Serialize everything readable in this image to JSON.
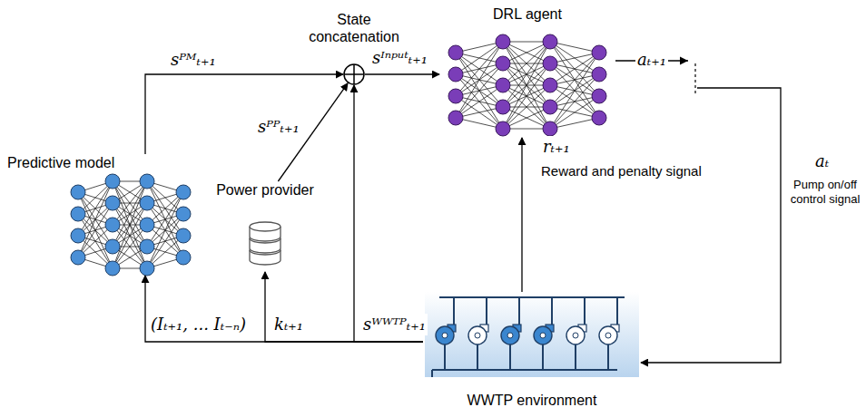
{
  "diagram": {
    "nodes": [
      {
        "text": [
          "Predictive model"
        ]
      },
      {
        "text": [
          "Power provider"
        ]
      },
      {
        "text": [
          "State concatenation"
        ]
      },
      {
        "text": [
          "DRL agent"
        ]
      },
      {
        "text": [
          "WWTP environment"
        ]
      }
    ],
    "edges": [
      {
        "from": 0,
        "to": 2,
        "arrow": "to",
        "label": "sᴾᴹₜ₊₁"
      },
      {
        "from": 1,
        "to": 2,
        "arrow": "to",
        "label": "sᴾᴾₜ₊₁"
      },
      {
        "from": 2,
        "to": 3,
        "arrow": "to",
        "label": "sᴵⁿᵖᵘᵗₜ₊₁"
      },
      {
        "from": 3,
        "to": 4,
        "arrow": "to",
        "label": "aₜ₊₁"
      },
      {
        "from": 4,
        "to": 3,
        "arrow": "to",
        "label": "rₜ₊₁"
      },
      {
        "from": 4,
        "to": 0,
        "arrow": "to",
        "label": "(Iₜ₊₁, ... Iₜ₋ₙ)"
      },
      {
        "from": 4,
        "to": 1,
        "arrow": "to",
        "label": "kₜ₊₁"
      },
      {
        "from": 4,
        "to": 2,
        "arrow": "to",
        "label": "sᵂᵂᵀᴾₜ₊₁"
      }
    ],
    "labels": [
      "aₜ",
      "Pump on/off control signal",
      "Reward and penalty signal"
    ]
  }
}
